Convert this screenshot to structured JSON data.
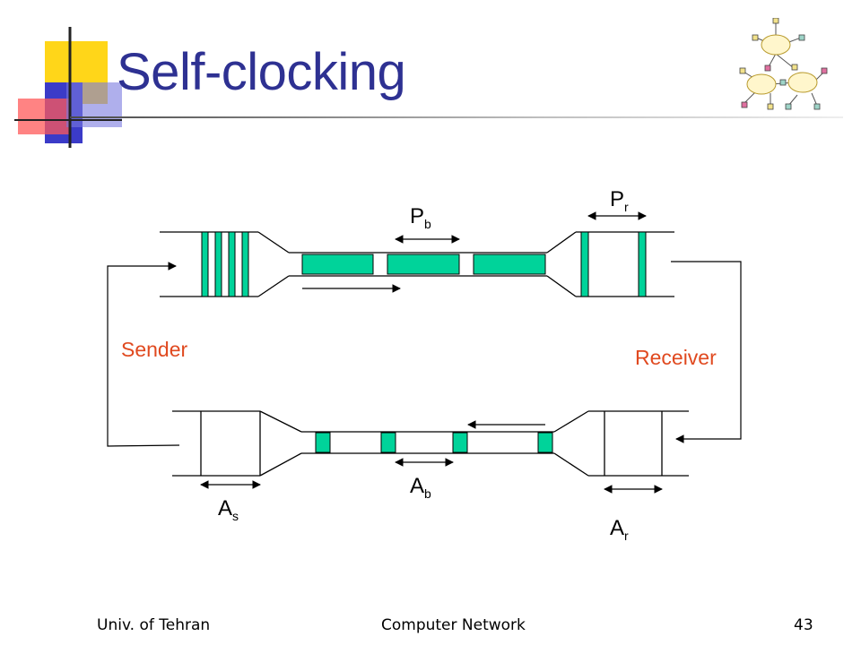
{
  "slide": {
    "title": "Self-clocking",
    "footer": {
      "left": "Univ. of Tehran",
      "center": "Computer Network",
      "page_number": "43"
    }
  },
  "diagram": {
    "labels": {
      "sender": "Sender",
      "receiver": "Receiver",
      "pb_main": "P",
      "pb_sub": "b",
      "pr_main": "P",
      "pr_sub": "r",
      "ab_main": "A",
      "ab_sub": "b",
      "as_main": "A",
      "as_sub": "s",
      "ar_main": "A",
      "ar_sub": "r"
    },
    "colors": {
      "packet": "#00D39A",
      "label_red": "#E0491F",
      "title": "#2E3192",
      "line": "#000000"
    }
  },
  "icons": {
    "logo": "slide-logo-squares",
    "network": "network-topology-icon"
  }
}
